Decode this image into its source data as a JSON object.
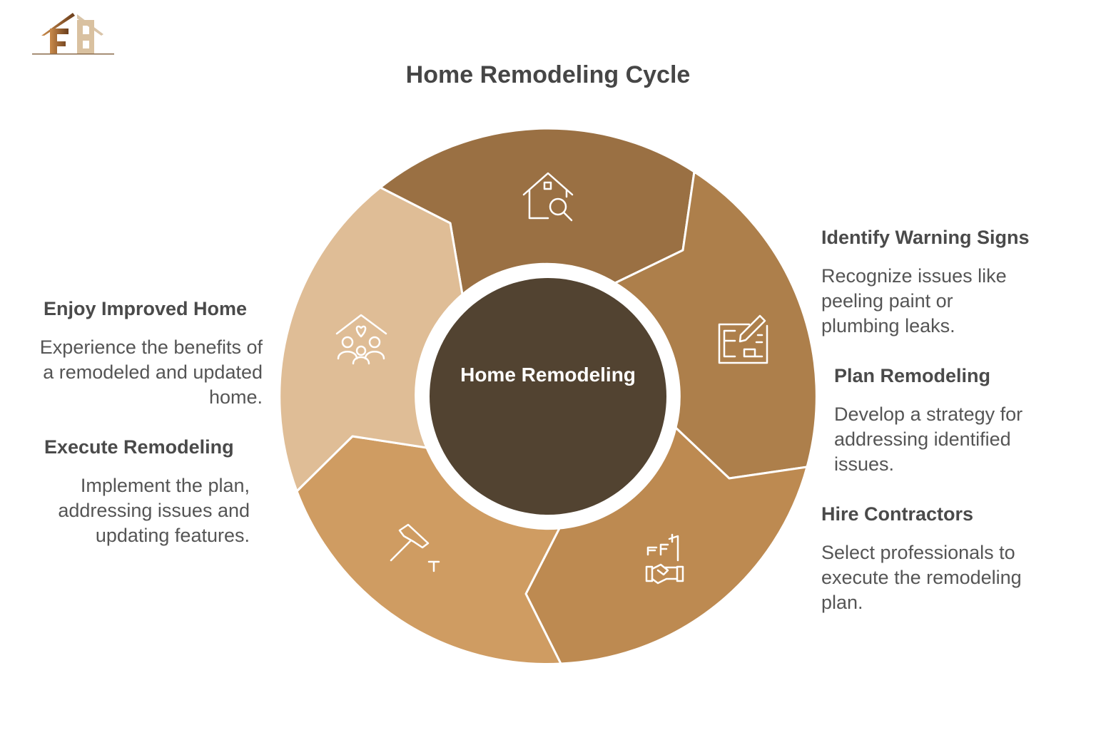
{
  "logo": {
    "text": "FB"
  },
  "title": "Home Remodeling Cycle",
  "center": "Home Remodeling",
  "colors": {
    "dark": "#524331",
    "s1": "#9a7043",
    "s2": "#ad7f4b",
    "s3": "#bd8a51",
    "s4": "#cf9c62",
    "s5": "#dfbd96"
  },
  "steps": [
    {
      "title": "Identify Warning Signs",
      "desc": "Recognize issues like peeling paint or plumbing leaks.",
      "icon": "house-search-icon"
    },
    {
      "title": "Plan Remodeling",
      "desc": "Develop a strategy for addressing identified issues.",
      "icon": "blueprint-pencil-icon"
    },
    {
      "title": "Hire Contractors",
      "desc": "Select professionals to execute the remodeling plan.",
      "icon": "handshake-building-icon"
    },
    {
      "title": "Execute Remodeling",
      "desc": "Implement the plan, addressing issues and updating features.",
      "icon": "hammer-nail-icon"
    },
    {
      "title": "Enjoy Improved Home",
      "desc": "Experience the benefits of a remodeled and updated home.",
      "icon": "family-home-icon"
    }
  ]
}
